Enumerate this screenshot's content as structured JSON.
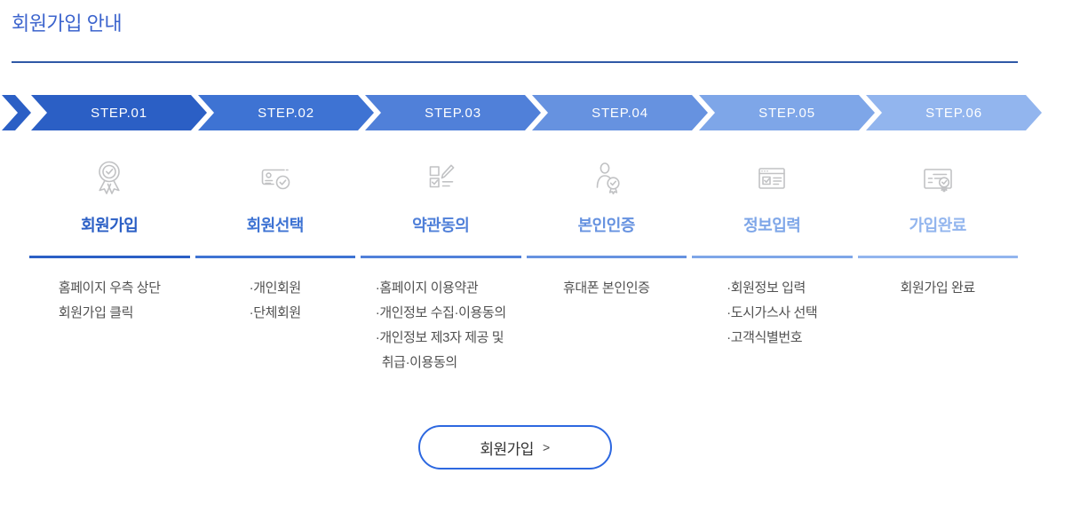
{
  "page": {
    "title": "회원가입 안내"
  },
  "colors": {
    "heading": "#3c64cd",
    "divider": "#2f58a6",
    "icon_gray": "#c1c2c4",
    "detail_text": "#515151",
    "button_border": "#2d68e0",
    "step_accents": [
      "#2b5fc5",
      "#3e73d3",
      "#5080d9",
      "#6692e0",
      "#7ea6e8",
      "#92b5ee"
    ]
  },
  "steps": [
    {
      "step": "STEP.01",
      "title": "회원가입",
      "icon": "award-ribbon-icon",
      "color": "#2b5fc5",
      "details": [
        "홈페이지 우측 상단",
        "회원가입 클릭"
      ]
    },
    {
      "step": "STEP.02",
      "title": "회원선택",
      "icon": "id-card-check-icon",
      "color": "#3e73d3",
      "details": [
        "·개인회원",
        "·단체회원"
      ]
    },
    {
      "step": "STEP.03",
      "title": "약관동의",
      "icon": "terms-agreement-pen-icon",
      "color": "#5080d9",
      "details": [
        "·홈페이지 이용약관",
        "·개인정보 수집·이용동의",
        "·개인정보 제3자 제공 및",
        "취급·이용동의"
      ]
    },
    {
      "step": "STEP.04",
      "title": "본인인증",
      "icon": "person-verify-icon",
      "color": "#6692e0",
      "details": [
        "휴대폰 본인인증"
      ]
    },
    {
      "step": "STEP.05",
      "title": "정보입력",
      "icon": "form-window-icon",
      "color": "#7ea6e8",
      "details": [
        "·회원정보 입력",
        "·도시가스사 선택",
        "·고객식별번호"
      ]
    },
    {
      "step": "STEP.06",
      "title": "가입완료",
      "icon": "certificate-seal-icon",
      "color": "#92b5ee",
      "details": [
        "회원가입 완료"
      ]
    }
  ],
  "button": {
    "label": "회원가입",
    "arrow": ">"
  }
}
